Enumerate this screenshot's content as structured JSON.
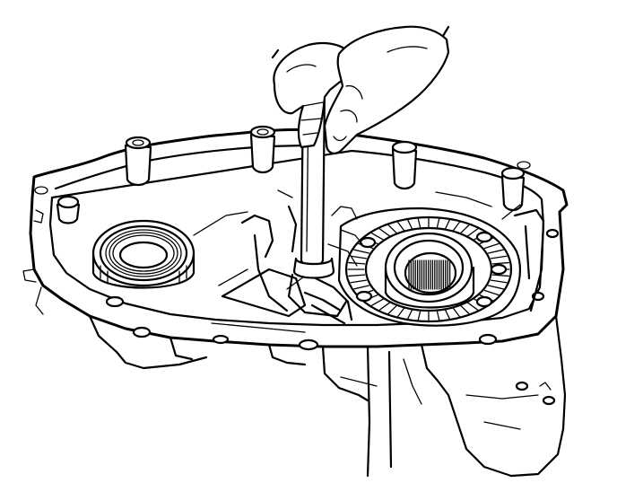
{
  "figure": {
    "background": "#ffffff",
    "ink": "#000000",
    "parts": [
      "transaxle-case",
      "case-flange",
      "bearing-race-left",
      "drive-gear-right",
      "driver-tool",
      "hands"
    ]
  }
}
